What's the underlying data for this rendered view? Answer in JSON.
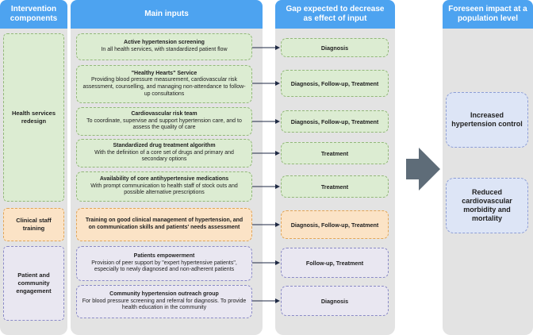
{
  "headers": {
    "components": "Intervention components",
    "inputs": "Main inputs",
    "gap": "Gap expected to decrease as effect of input",
    "impact": "Foreseen impact at a population level"
  },
  "components": [
    {
      "label": "Health services redesign",
      "color": "green"
    },
    {
      "label": "Clinical staff training",
      "color": "orange"
    },
    {
      "label": "Patient and community engagement",
      "color": "purple"
    }
  ],
  "inputs": [
    {
      "title": "Active hypertension screening",
      "desc": "In all health services, with standardized patient flow",
      "gap": "Diagnosis",
      "color": "green"
    },
    {
      "title": "\"Healthy Hearts\" Service",
      "desc": "Providing blood pressure measurement, cardiovascular risk assessment, counselling, and managing non-attendance to follow-up consultations",
      "gap": "Diagnosis, Follow-up, Treatment",
      "color": "green"
    },
    {
      "title": "Cardiovascular risk team",
      "desc": "To coordinate, supervise and support hypertension care, and to assess the quality of care",
      "gap": "Diagnosis, Follow-up, Treatment",
      "color": "green"
    },
    {
      "title": "Standardized drug treatment algorithm",
      "desc": "With the definition of a core set of drugs and primary and secondary options",
      "gap": "Treatment",
      "color": "green"
    },
    {
      "title": "Availability of core antihypertensive medications",
      "desc": "With prompt communication to health staff of stock outs and possible alternative prescriptions",
      "gap": "Treatment",
      "color": "green"
    },
    {
      "title": "Training on good clinical management of hypertension, and on communication skills and patients' needs assessment",
      "desc": "",
      "gap": "Diagnosis, Follow-up, Treatment",
      "color": "orange"
    },
    {
      "title": "Patients empowerment",
      "desc": "Provision of peer support by \"expert hypertensive patients\", especially to newly diagnosed and non-adherent patients",
      "gap": "Follow-up, Treatment",
      "color": "purple"
    },
    {
      "title": "Community hypertension outreach group",
      "desc": "For blood pressure screening and referral for diagnosis. To provide health education in the community",
      "gap": "Diagnosis",
      "color": "purple"
    }
  ],
  "impacts": [
    "Increased hypertension control",
    "Reduced cardiovascular morbidity and mortality"
  ],
  "colors": {
    "header": "#4da3f0",
    "column": "#e3e3e3",
    "green": "#dcecd2",
    "orange": "#fbe3c6",
    "purple": "#e9e7f1",
    "impact": "#dde5f6",
    "big_arrow": "#5e6c78"
  }
}
